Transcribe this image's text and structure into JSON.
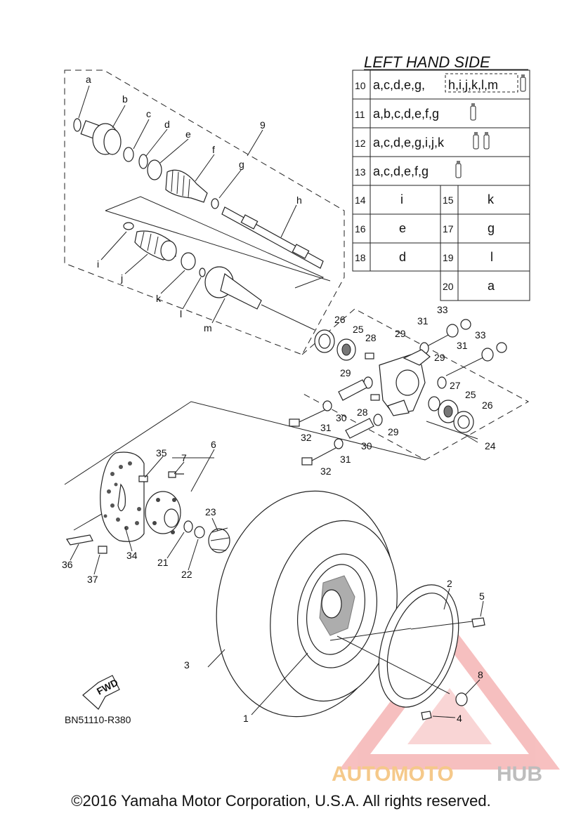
{
  "table": {
    "title": "LEFT HAND SIDE",
    "rows": [
      {
        "num": "10",
        "text": "a,c,d,e,g,",
        "boxed": "h,i,j,k,l,m",
        "tubes": 1
      },
      {
        "num": "11",
        "text": "a,b,c,d,e,f,g",
        "tubes": 1
      },
      {
        "num": "12",
        "text": "a,c,d,e,g,i,j,k",
        "tubes": 2
      },
      {
        "num": "13",
        "text": "a,c,d,e,f,g",
        "tubes": 1
      }
    ],
    "pairs": [
      {
        "n1": "14",
        "v1": "i",
        "n2": "15",
        "v2": "k"
      },
      {
        "n1": "16",
        "v1": "e",
        "n2": "17",
        "v2": "g"
      },
      {
        "n1": "18",
        "v1": "d",
        "n2": "19",
        "v2": "l"
      },
      {
        "n1": "",
        "v1": "",
        "n2": "20",
        "v2": "a"
      }
    ]
  },
  "labels": {
    "a": "a",
    "b": "b",
    "c": "c",
    "d": "d",
    "e": "e",
    "f": "f",
    "g": "g",
    "h": "h",
    "i": "i",
    "j": "j",
    "k": "k",
    "l": "l",
    "m": "m",
    "n1": "1",
    "n2": "2",
    "n3": "3",
    "n4": "4",
    "n5": "5",
    "n6": "6",
    "n7": "7",
    "n8": "8",
    "n9": "9",
    "n21": "21",
    "n22": "22",
    "n23": "23",
    "n24": "24",
    "n25a": "25",
    "n25b": "25",
    "n26a": "26",
    "n26b": "26",
    "n27": "27",
    "n28a": "28",
    "n28b": "28",
    "n29a": "29",
    "n29b": "29",
    "n29c": "29",
    "n29d": "29",
    "n30a": "30",
    "n30b": "30",
    "n31a": "31",
    "n31b": "31",
    "n31c": "31",
    "n31d": "31",
    "n32a": "32",
    "n32b": "32",
    "n33a": "33",
    "n33b": "33",
    "n34": "34",
    "n35": "35",
    "n36": "36",
    "n37": "37"
  },
  "fwd": "FWD",
  "drawing_code": "BN51110-R380",
  "watermark": {
    "part1": "AUTOMOTO",
    "part2": "HUB",
    "color1": "#f5c98a",
    "color2": "#bdbdbd",
    "triangle_color": "#f08c8c"
  },
  "copyright": "©2016 Yamaha Motor Corporation, U.S.A. All rights reserved."
}
